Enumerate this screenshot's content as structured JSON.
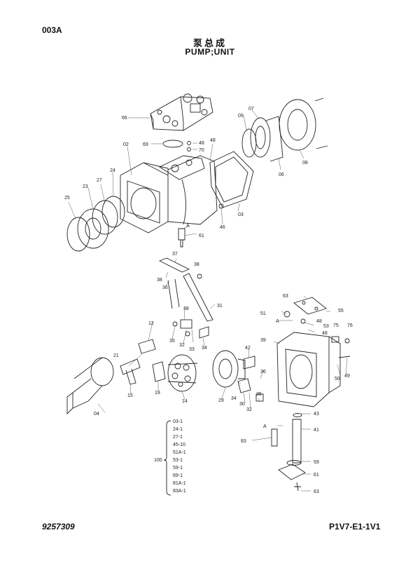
{
  "header": {
    "code": "003A",
    "title_cn": "泵总成",
    "title_en": "PUMP;UNIT"
  },
  "footer": {
    "drawing_no": "9257309",
    "sheet_no": "P1V7-E1-1V1"
  },
  "callouts": {
    "c66": "66",
    "c69": "69",
    "c48a": "48",
    "c70": "70",
    "c02": "02",
    "c48b": "48",
    "c09": "09",
    "c07": "07",
    "c27": "27",
    "c24": "24",
    "c23": "23",
    "c25": "25",
    "c06": "06",
    "c08": "08",
    "c03": "03",
    "c46": "46",
    "cA1": "A",
    "c61": "61",
    "c37": "37",
    "c38a": "38",
    "c38b": "38",
    "c36": "36",
    "c38c": "38",
    "c31": "31",
    "c63a": "63",
    "c55": "55",
    "c51": "51",
    "cA2": "A",
    "c48c": "48",
    "c53": "53",
    "c48d": "48",
    "c75": "75",
    "c76": "76",
    "c12": "12",
    "c35a": "35",
    "c32a": "32",
    "c33": "33",
    "c34a": "34",
    "c39": "39",
    "c21": "21",
    "c42": "42",
    "c15": "15",
    "c19": "19",
    "c14": "14",
    "c29": "29",
    "c34b": "34",
    "c30": "30",
    "c32b": "32",
    "c35b": "35",
    "c36b": "36",
    "c50": "50",
    "c49": "49",
    "c04": "04",
    "c43": "43",
    "cA3": "A",
    "c41": "41",
    "c83": "83",
    "c59": "59",
    "c61b": "61",
    "c63b": "63"
  },
  "kit": {
    "label": "100",
    "items": [
      "03-1",
      "24-1",
      "27-1",
      "45-10",
      "51A-1",
      "53-1",
      "59-1",
      "69-1",
      "81A-1",
      "83A-1"
    ]
  }
}
